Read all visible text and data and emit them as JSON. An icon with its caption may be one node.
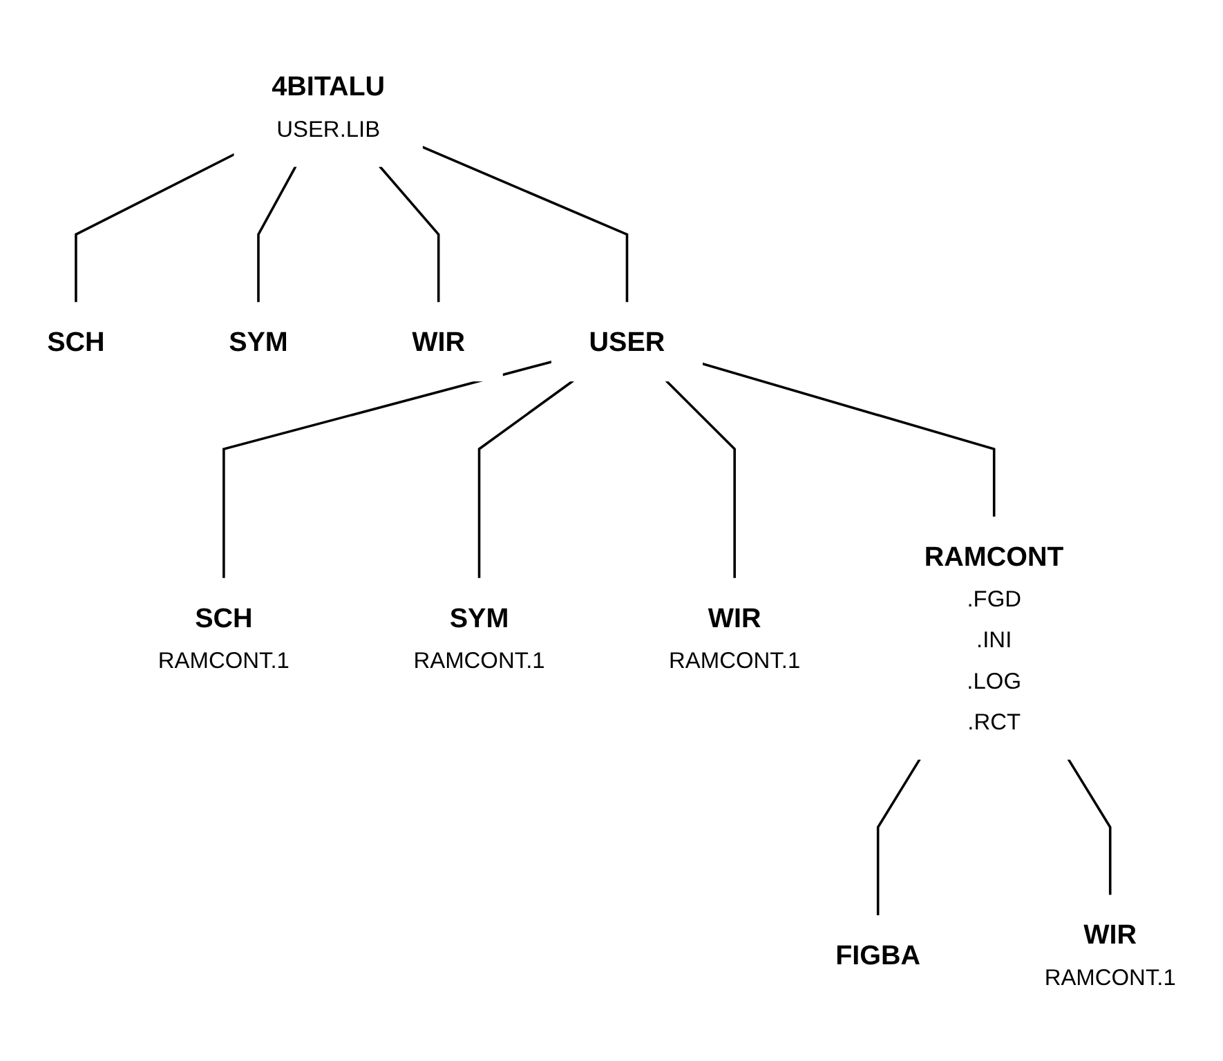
{
  "diagram": {
    "nodes": [
      {
        "text": [
          "4BITALU",
          "USER.LIB"
        ]
      },
      {
        "text": [
          "SCH"
        ]
      },
      {
        "text": [
          "SYM"
        ]
      },
      {
        "text": [
          "WIR"
        ]
      },
      {
        "text": [
          "USER"
        ]
      },
      {
        "text": [
          "SCH",
          "RAMCONT.1"
        ]
      },
      {
        "text": [
          "SYM",
          "RAMCONT.1"
        ]
      },
      {
        "text": [
          "WIR",
          "RAMCONT.1"
        ]
      },
      {
        "text": [
          "RAMCONT",
          ".FGD",
          ".INI",
          ".LOG",
          ".RCT"
        ]
      },
      {
        "text": [
          "FIGBA"
        ]
      },
      {
        "text": [
          "WIR",
          "RAMCONT.1"
        ]
      }
    ],
    "edges": [
      {
        "from": 0,
        "to": 1,
        "arrow": "none"
      },
      {
        "from": 0,
        "to": 2,
        "arrow": "none"
      },
      {
        "from": 0,
        "to": 3,
        "arrow": "none"
      },
      {
        "from": 0,
        "to": 4,
        "arrow": "none"
      },
      {
        "from": 4,
        "to": 5,
        "arrow": "none"
      },
      {
        "from": 4,
        "to": 6,
        "arrow": "none"
      },
      {
        "from": 4,
        "to": 7,
        "arrow": "none"
      },
      {
        "from": 4,
        "to": 8,
        "arrow": "none"
      },
      {
        "from": 8,
        "to": 9,
        "arrow": "none"
      },
      {
        "from": 8,
        "to": 10,
        "arrow": "none"
      }
    ]
  }
}
